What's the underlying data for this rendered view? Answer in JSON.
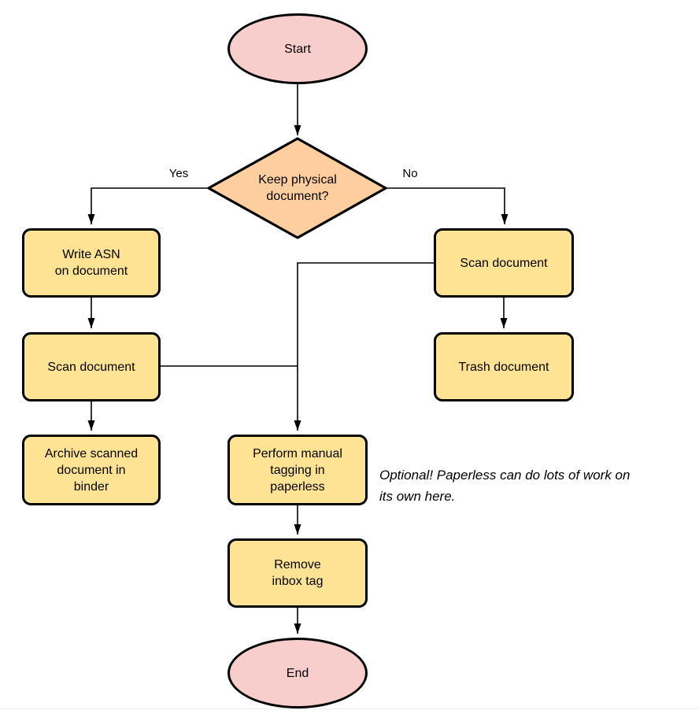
{
  "diagram": {
    "type": "flowchart",
    "background": "#ffffff",
    "colors": {
      "terminal_fill": "#f8cecc",
      "decision_fill": "#ffce9f",
      "process_fill": "#ffe394",
      "stroke": "#000000",
      "edge": "#000000"
    },
    "nodes": {
      "start": {
        "label": "Start",
        "shape": "ellipse"
      },
      "keep_physical": {
        "label": "Keep physical\ndocument?",
        "shape": "diamond"
      },
      "write_asn": {
        "label": "Write ASN\non document",
        "shape": "process"
      },
      "scan_document_left": {
        "label": "Scan document",
        "shape": "process"
      },
      "archive_binder": {
        "label": "Archive scanned\ndocument in\nbinder",
        "shape": "process"
      },
      "scan_document_right": {
        "label": "Scan document",
        "shape": "process"
      },
      "trash_document": {
        "label": "Trash document",
        "shape": "process"
      },
      "manual_tagging": {
        "label": "Perform manual\ntagging in\npaperless",
        "shape": "process"
      },
      "remove_inbox_tag": {
        "label": "Remove\ninbox tag",
        "shape": "process"
      },
      "end": {
        "label": "End",
        "shape": "ellipse"
      }
    },
    "edge_labels": {
      "yes": "Yes",
      "no": "No"
    },
    "annotation": "Optional! Paperless can do lots of work on\nits own here."
  }
}
